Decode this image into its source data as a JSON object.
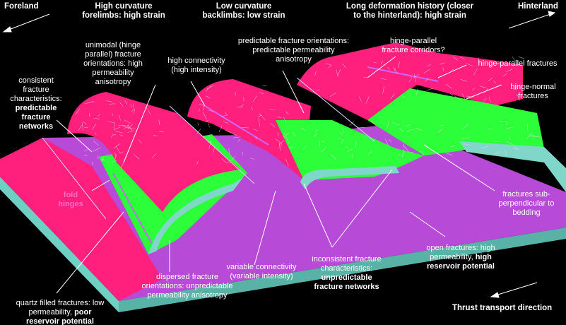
{
  "corners": {
    "foreland": "Foreland",
    "hinterland": "Hinterland",
    "thrust": "Thrust transport direction"
  },
  "headers": {
    "forelimbs": "High curvature\nforelimbs: high strain",
    "backlimbs": "Low curvature\nbacklimbs: low strain",
    "history": "Long deformation history (closer\nto the hinterland): high strain"
  },
  "labels": {
    "consistent_plain": "consistent\nfracture\ncharacteristics:",
    "consistent_bold": "predictable\nfracture\nnetworks",
    "unimodal": "unimodal (hinge\nparallel) fracture\norientations: high\npermeability\nanisotropy",
    "high_connectivity": "high connectivity\n(high intensity)",
    "predictable_orient": "predictable fracture orientations:\npredictable permeability\nanisotropy",
    "hinge_corridors": "hinge-parallel\nfracture corridors?",
    "hinge_parallel": "hinge-parallel fractures",
    "hinge_normal": "hinge-normal\nfractures",
    "fold_hinges": "fold\nhinges",
    "fractures_sub": "fractures sub-\nperpendicular to\nbedding",
    "open_plain": "open fractures: high\npermeability, ",
    "open_bold": "high\nreservoir potential",
    "inconsistent_plain": "inconsistent fracture\ncharacteristics:",
    "inconsistent_bold": "unpredictable\nfracture networks",
    "variable": "variable connectivity\n(variable intensity)",
    "dispersed": "dispersed fracture\norientations: unpredictable\npermeability anisotropy",
    "quartz_plain": "quartz filled fractures: low\npermeability, ",
    "quartz_bold": "poor\nreservoir potential"
  },
  "colors": {
    "magenta": "#ff1f7d",
    "magenta_dark": "#d9116a",
    "purple": "#b74ad6",
    "purple_dark": "#9a33bd",
    "green": "#2cff3a",
    "green_dark": "#17c927",
    "teal": "#7fd6c9",
    "teal_dark": "#58b3a6",
    "violet_line": "#cc66ff"
  }
}
